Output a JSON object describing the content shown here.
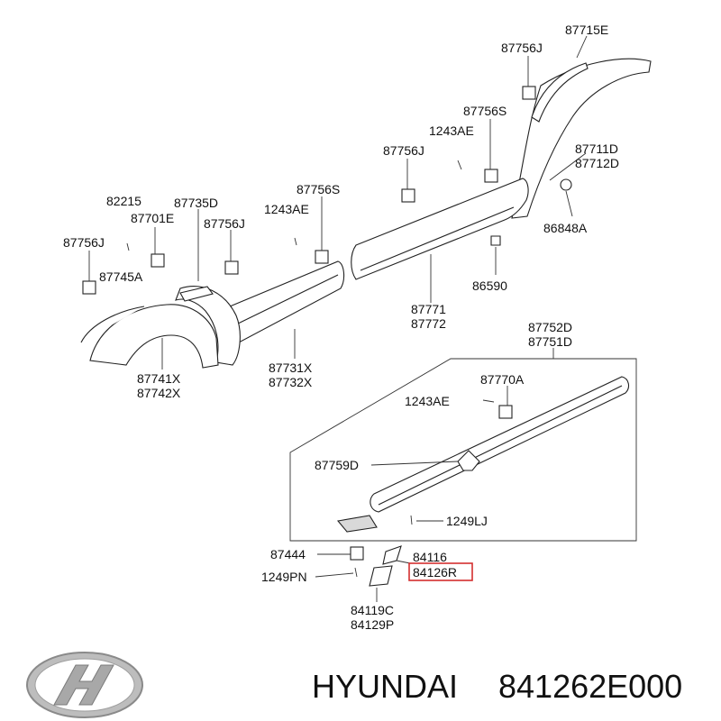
{
  "brand": {
    "name": "HYUNDAI",
    "part_number": "841262E000",
    "logo_icon": "hyundai-logo-icon"
  },
  "highlight_color": "#d32f2f",
  "labels": {
    "p87715E": "87715E",
    "p87756J_a": "87756J",
    "p87756S_a": "87756S",
    "p1243AE_a": "1243AE",
    "p87756J_b": "87756J",
    "p87711D": "87711D",
    "p87712D": "87712D",
    "p86848A": "86848A",
    "p82215": "82215",
    "p87735D": "87735D",
    "p87756S_b": "87756S",
    "p87701E": "87701E",
    "p1243AE_b": "1243AE",
    "p87756J_c": "87756J",
    "p87756J_d": "87756J",
    "p87745A": "87745A",
    "p86590": "86590",
    "p87771": "87771",
    "p87772": "87772",
    "p87731X": "87731X",
    "p87732X": "87732X",
    "p87741X": "87741X",
    "p87742X": "87742X",
    "p87752D": "87752D",
    "p87751D": "87751D",
    "p87770A": "87770A",
    "p1243AE_c": "1243AE",
    "p87759D": "87759D",
    "p1249LJ": "1249LJ",
    "p87444": "87444",
    "p84116": "84116",
    "p1249PN": "1249PN",
    "p84126R": "84126R",
    "p84119C": "84119C",
    "p84129P": "84129P"
  }
}
